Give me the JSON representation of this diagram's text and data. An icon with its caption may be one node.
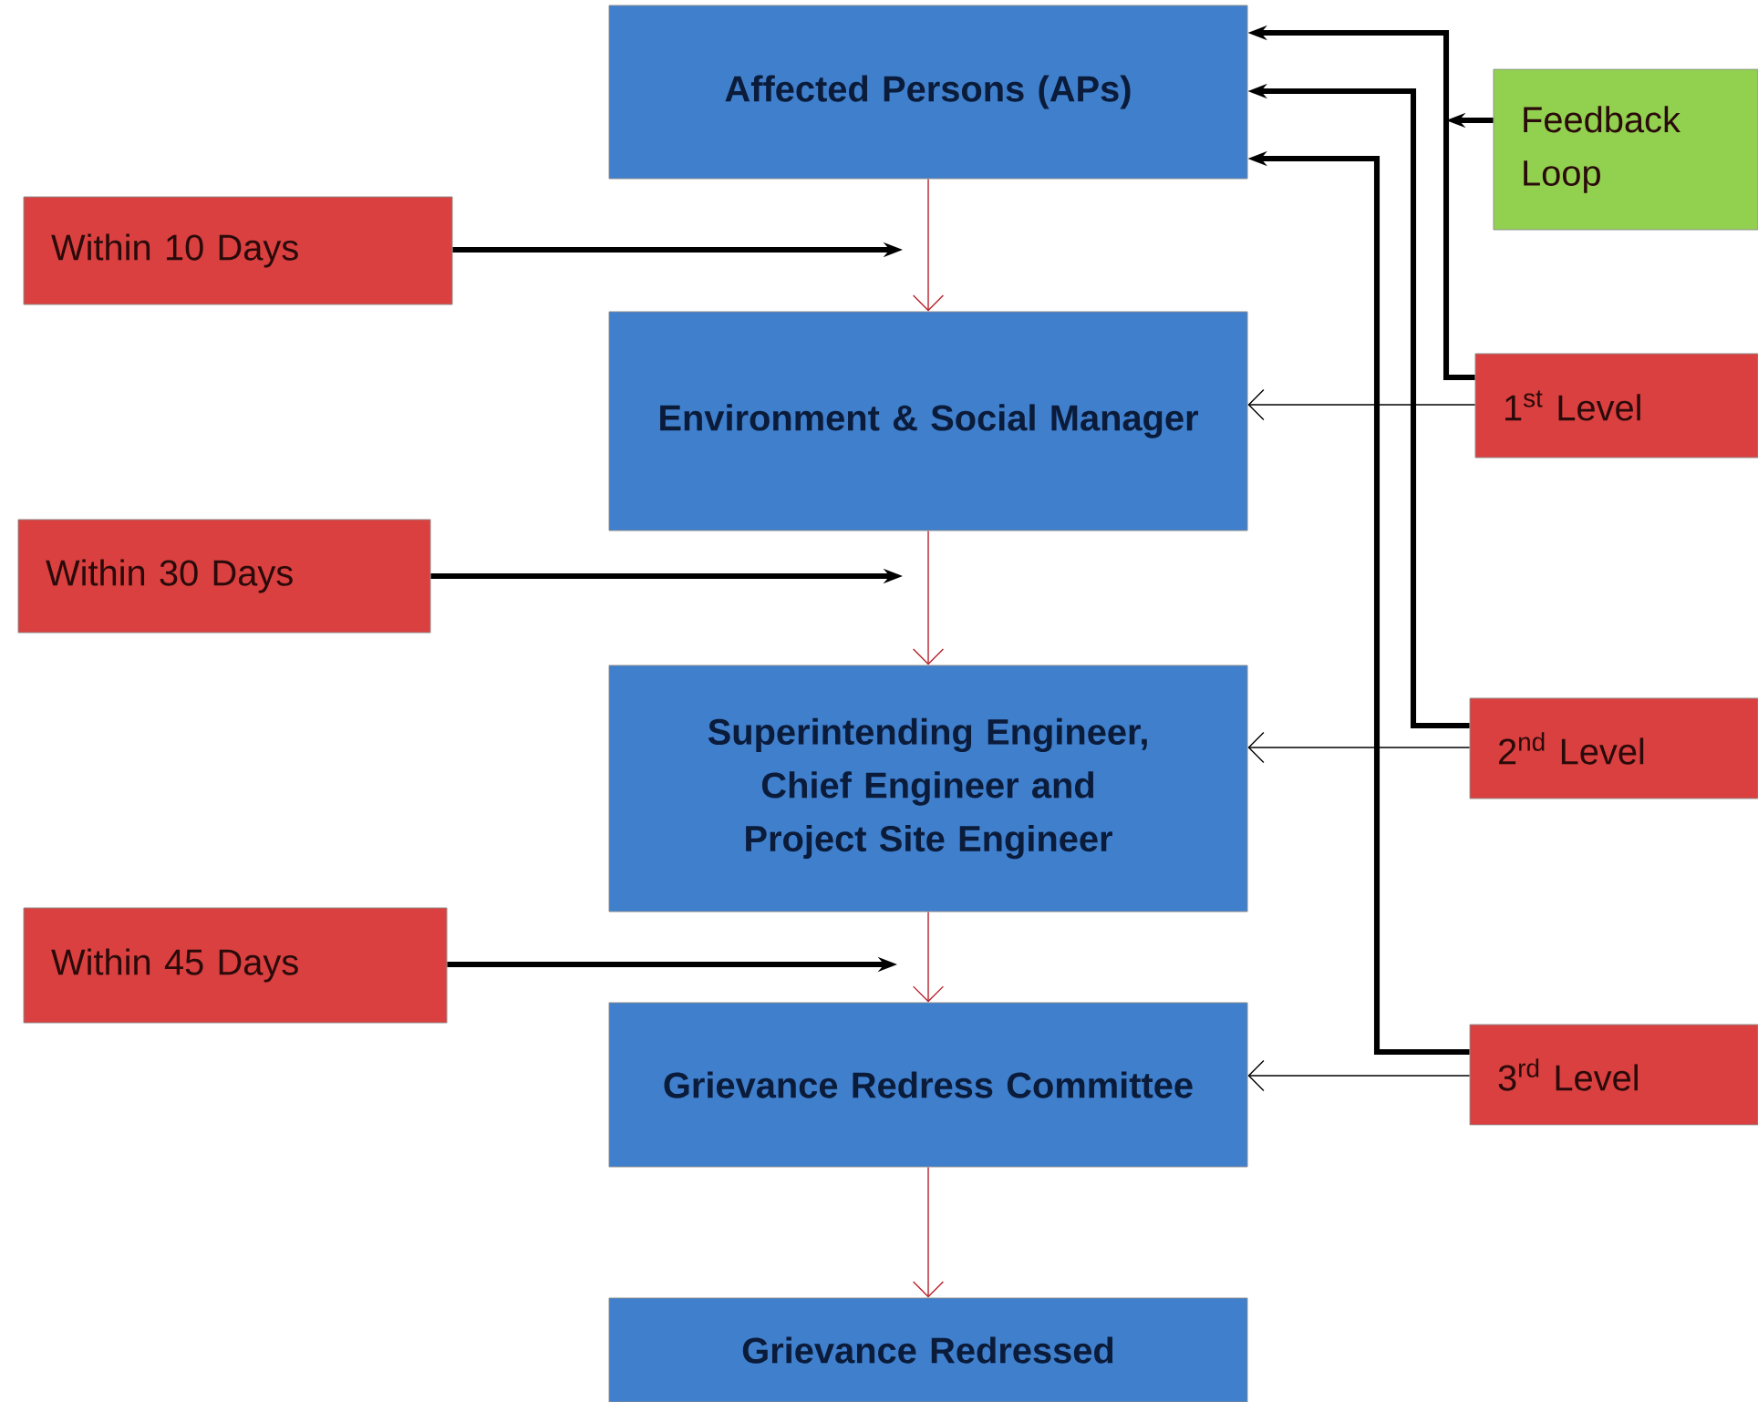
{
  "diagram": {
    "nodes": [
      {
        "text": [
          "Affected Persons (APs)"
        ]
      },
      {
        "text": [
          "Feedback Loop"
        ]
      },
      {
        "text": [
          "Within 10 Days"
        ]
      },
      {
        "text": [
          "Environment & Social Manager"
        ]
      },
      {
        "text": [
          "1$^{st}$ Level"
        ]
      },
      {
        "text": [
          "Within 30 Days"
        ]
      },
      {
        "text": [
          "Superintending Engineer, Chief Engineer and Project Site Engineer"
        ]
      },
      {
        "text": [
          "2$^{nd}$ Level"
        ]
      },
      {
        "text": [
          "Within 45 Days"
        ]
      },
      {
        "text": [
          "Grievance Redress Committee"
        ]
      },
      {
        "text": [
          "3$^{rd}$ Level"
        ]
      },
      {
        "text": [
          "Grievance Redressed"
        ]
      }
    ],
    "edges": [
      {
        "from": 0,
        "to": 3,
        "arrow": "to",
        "color": "#b8222a"
      },
      {
        "from": 3,
        "to": 6,
        "arrow": "to",
        "color": "#b8222a"
      },
      {
        "from": 6,
        "to": 9,
        "arrow": "to",
        "color": "#b8222a"
      },
      {
        "from": 9,
        "to": 11,
        "arrow": "to",
        "color": "#b8222a"
      },
      {
        "from": 2,
        "to": null,
        "arrow": "to",
        "style": "thick"
      },
      {
        "from": 5,
        "to": null,
        "arrow": "to",
        "style": "thick"
      },
      {
        "from": 8,
        "to": null,
        "arrow": "to",
        "style": "thick"
      },
      {
        "from": 4,
        "to": 3,
        "arrow": "to"
      },
      {
        "from": 7,
        "to": 6,
        "arrow": "to"
      },
      {
        "from": 10,
        "to": 9,
        "arrow": "to"
      },
      {
        "from": 4,
        "to": 0,
        "arrow": "to",
        "style": "thick"
      },
      {
        "from": 7,
        "to": 0,
        "arrow": "to",
        "style": "thick"
      },
      {
        "from": 10,
        "to": 0,
        "arrow": "to",
        "style": "thick"
      },
      {
        "from": 1,
        "to": null,
        "arrow": "to",
        "style": "thick"
      }
    ]
  }
}
